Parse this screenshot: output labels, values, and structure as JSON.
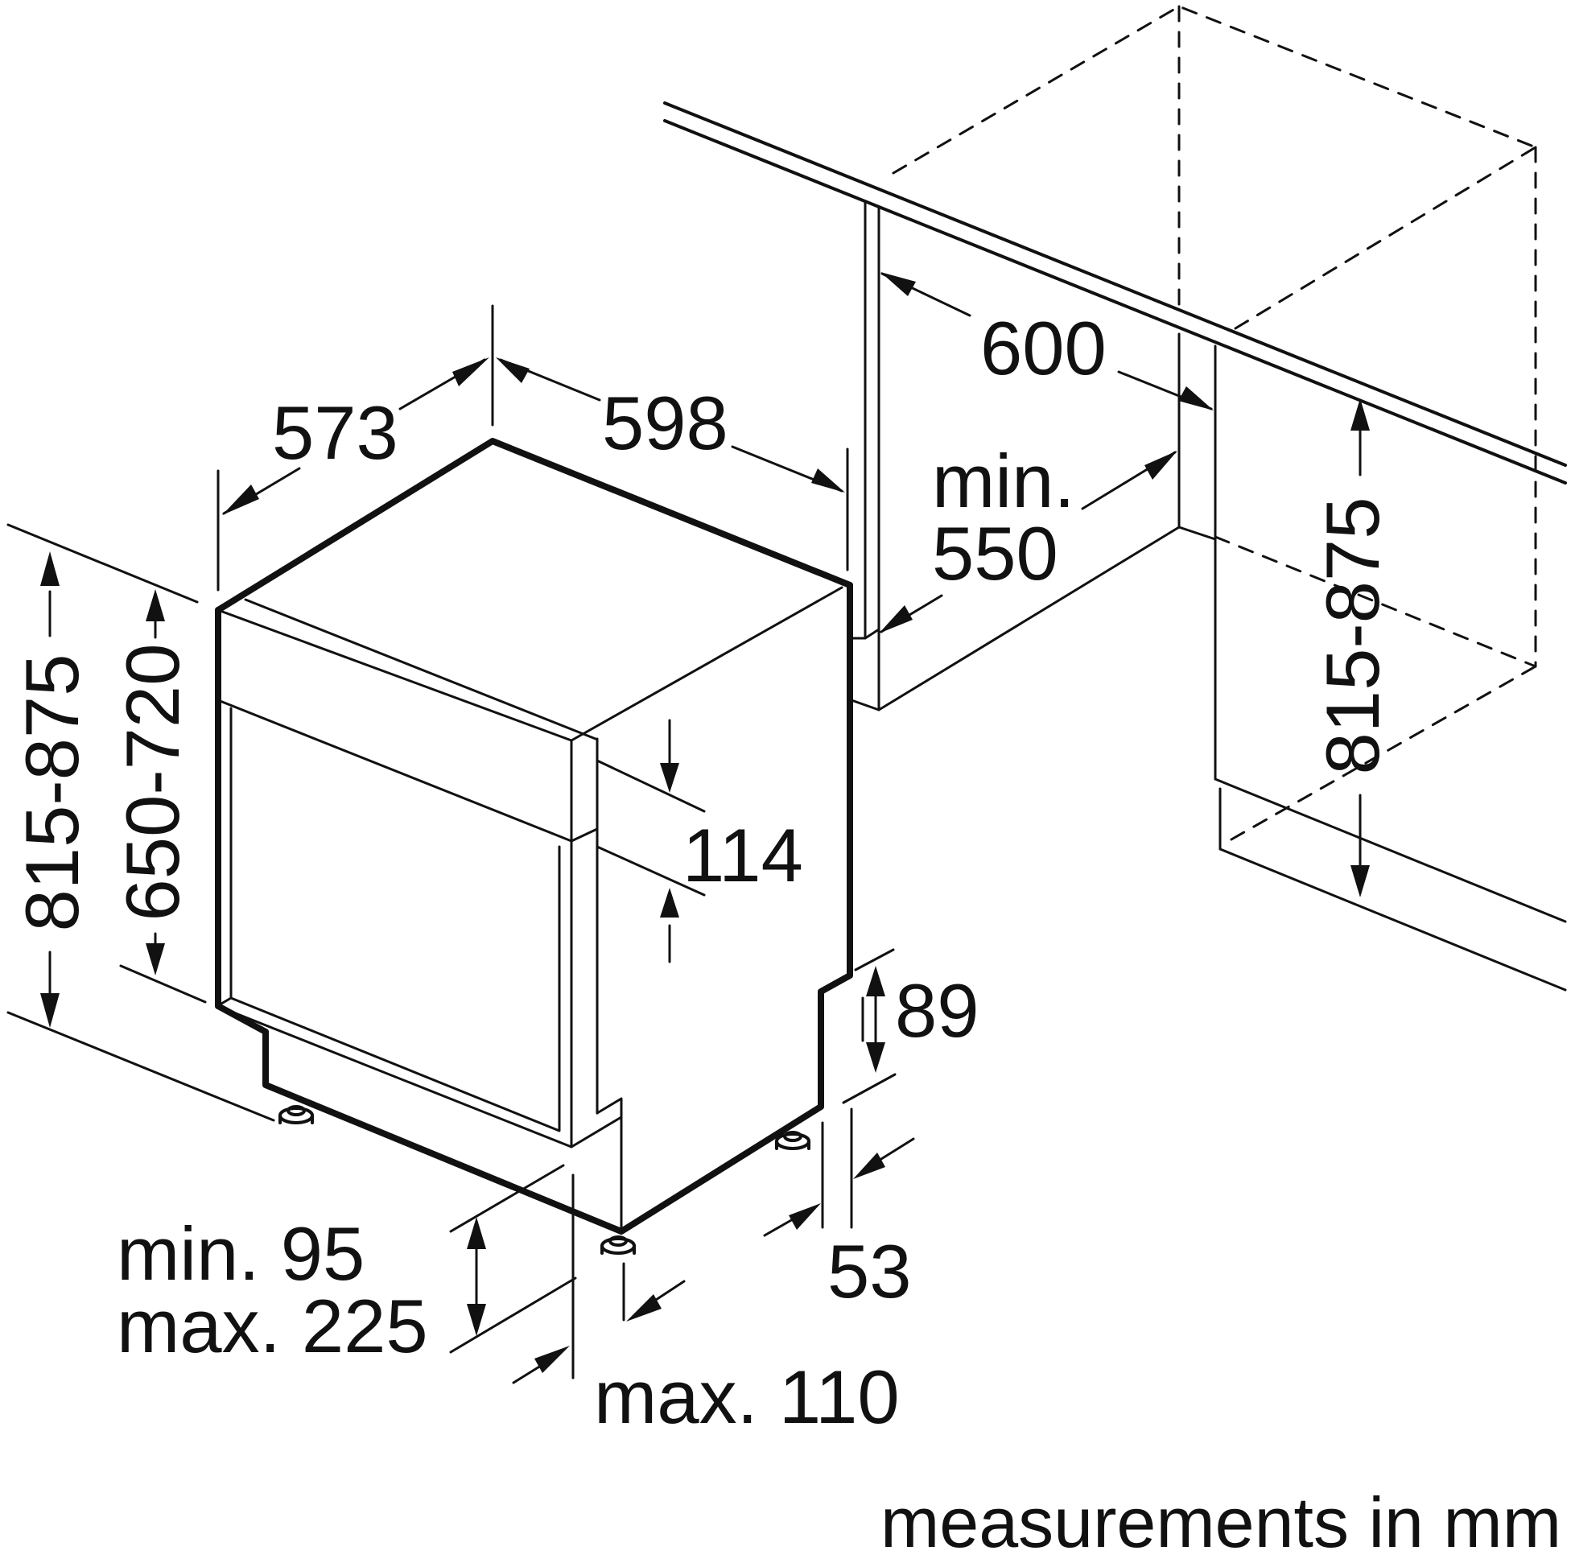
{
  "diagram": {
    "dimensions": {
      "width_598": "598",
      "depth_573": "573",
      "niche_width_600": "600",
      "niche_depth_min_label": "min.",
      "niche_depth_min_value": "550",
      "height_left": "815-875",
      "height_front": "650-720",
      "control_panel": "114",
      "toe_kick_height": "89",
      "toe_kick_depth": "53",
      "plinth_min": "min. 95",
      "plinth_max": "max. 225",
      "plinth_depth_max": "max. 110",
      "niche_height_right": "815-875"
    },
    "caption": "measurements in mm",
    "colors": {
      "line": "#111111",
      "background": "#ffffff"
    }
  }
}
